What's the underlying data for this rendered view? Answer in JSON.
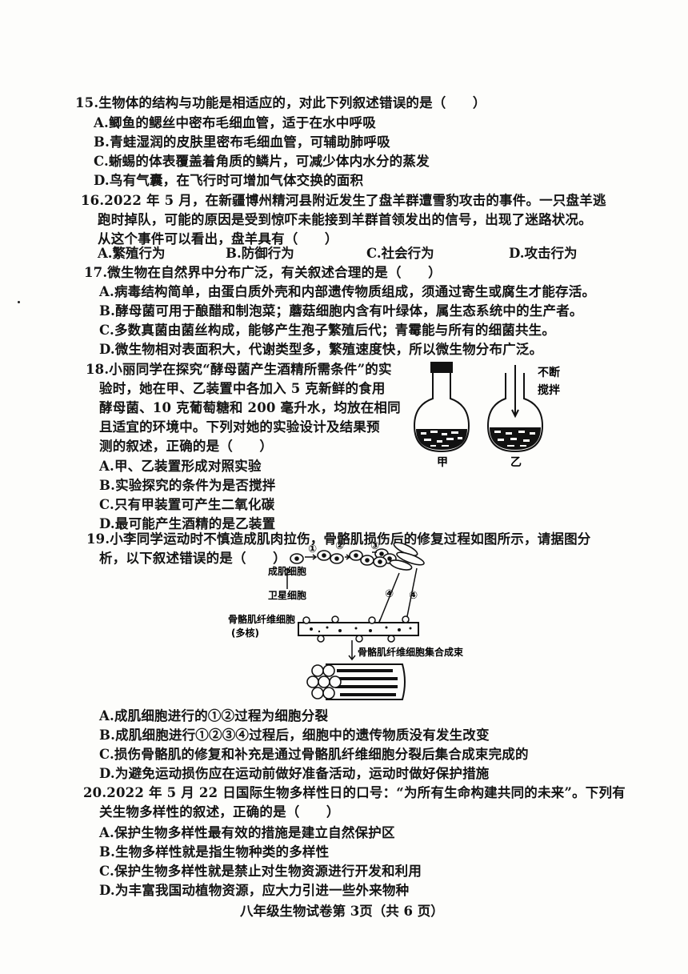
{
  "q15": {
    "stem": "15.生物体的结构与功能是相适应的，对此下列叙述错误的是（　　）",
    "options": [
      "A.鲫鱼的鳃丝中密布毛细血管，适于在水中呼吸",
      "B.青蛙湿润的皮肤里密布毛细血管，可辅助肺呼吸",
      "C.蜥蜴的体表覆盖着角质的鳞片，可减少体内水分的蒸发",
      "D.鸟有气囊，在飞行时可增加气体交换的面积"
    ]
  },
  "q16": {
    "stem_lines": [
      "16.2022 年 5 月，在新疆博州精河县附近发生了盘羊群遭雪豹攻击的事件。一只盘羊逃",
      "跑时掉队，可能的原因是受到惊吓未能接到羊群首领发出的信号，出现了迷路状况。",
      "从这个事件可以看出，盘羊具有（　　）"
    ],
    "options": [
      "A.繁殖行为",
      "B.防御行为",
      "C.社会行为",
      "D.攻击行为"
    ]
  },
  "q17": {
    "stem": "17.微生物在自然界中分布广泛，有关叙述合理的是（　　）",
    "options": [
      "A.病毒结构简单，由蛋白质外壳和内部遗传物质组成，须通过寄生或腐生才能存活。",
      "B.酵母菌可用于酿醋和制泡菜；蘑菇细胞内含有叶绿体，属生态系统中的生产者。",
      "C.多数真菌由菌丝构成，能够产生孢子繁殖后代；青霉能与所有的细菌共生。",
      "D.微生物相对表面积大，代谢类型多，繁殖速度快，所以微生物分布广泛。"
    ]
  },
  "q18": {
    "stem_lines": [
      "18.小丽同学在探究“酵母菌产生酒精所需条件”的实",
      "验时，她在甲、乙装置中各加入 5 克新鲜的食用",
      "酵母菌、10 克葡萄糖和 200 毫升水，均放在相同",
      "且适宜的环境中。下列对她的实验设计及结果预",
      "测的叙述，正确的是（　　）"
    ],
    "options": [
      "A.甲、乙装置形成对照实验",
      "B.实验探究的条件为是否搅拌",
      "C.只有甲装置可产生二氧化碳",
      "D.最可能产生酒精的是乙装置"
    ],
    "figure": {
      "label_jia": "甲",
      "label_yi": "乙",
      "label_stir_1": "不断",
      "label_stir_2": "搅拌"
    }
  },
  "q19": {
    "stem_lines": [
      "19.小李同学运动时不慎造成肌肉拉伤，骨骼肌损伤后的修复过程如图所示，请据图分",
      "析，以下叙述错误的是（　　）"
    ],
    "figure": {
      "myoblast": "成肌细胞",
      "satellite": "卫星细胞",
      "fiber": "骨骼肌纤维细胞",
      "multinucleate": "(多核)",
      "bundle": "骨骼肌纤维细胞集合成束",
      "steps": [
        "①",
        "②",
        "③",
        "④",
        "④"
      ]
    },
    "options": [
      "A.成肌细胞进行的①②过程为细胞分裂",
      "B.成肌细胞进行①②③④过程后，细胞中的遗传物质没有发生改变",
      "C.损伤骨骼肌的修复和补充是通过骨骼肌纤维细胞分裂后集合成束完成的",
      "D.为避免运动损伤应在运动前做好准备活动，运动时做好保护措施"
    ]
  },
  "q20": {
    "stem_lines": [
      "20.2022 年 5 月 22 日国际生物多样性日的口号：“为所有生命构建共同的未来”。下列有",
      "关生物多样性的叙述，正确的是（　　）"
    ],
    "options": [
      "A.保护生物多样性最有效的措施是建立自然保护区",
      "B.生物多样性就是指生物种类的多样性",
      "C.保护生物多样性就是禁止对生物资源进行开发和利用",
      "D.为丰富我国动植物资源，应大力引进一些外来物种"
    ]
  },
  "footer": "八年级生物试卷第 3页（共 6 页）"
}
